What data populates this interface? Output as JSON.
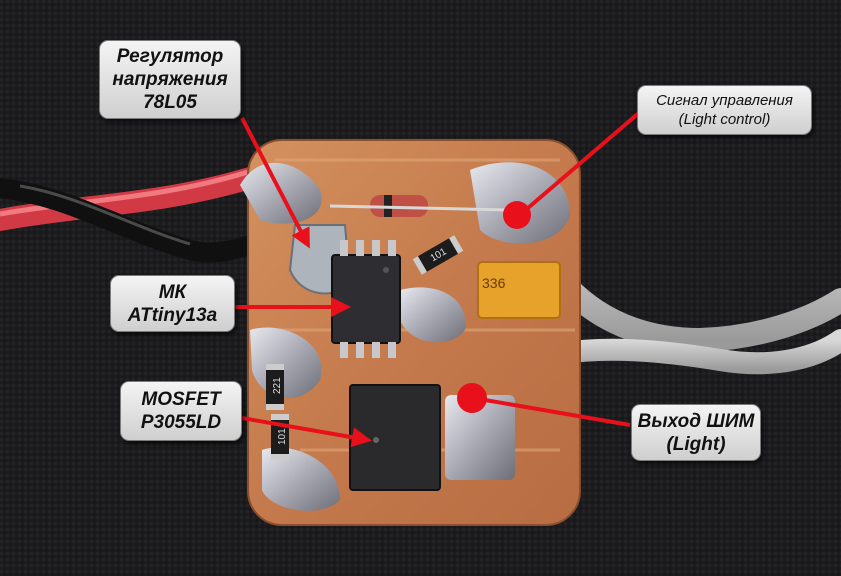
{
  "callouts": {
    "regulator": {
      "line1": "Регулятор",
      "line2": "напряжения",
      "line3": "78L05"
    },
    "mcu": {
      "line1": "МК",
      "line2": "ATtiny13a"
    },
    "mosfet": {
      "line1": "MOSFET",
      "line2": "P3055LD"
    },
    "signal": {
      "line1": "Сигнал управления",
      "line2": "(Light control)"
    },
    "pwm": {
      "line1": "Выход ШИМ",
      "line2": "(Light)"
    }
  },
  "component_markings": {
    "resistor_top": "101",
    "resistor_left_top": "221",
    "resistor_left_bottom": "101",
    "tantalum_cap": "336"
  },
  "colors": {
    "arrow": "#e8101a",
    "marker": "#e8101a",
    "background": "#1a1a1c",
    "copper": "#c87a4e",
    "callout_fill": "#e6e6e6"
  }
}
